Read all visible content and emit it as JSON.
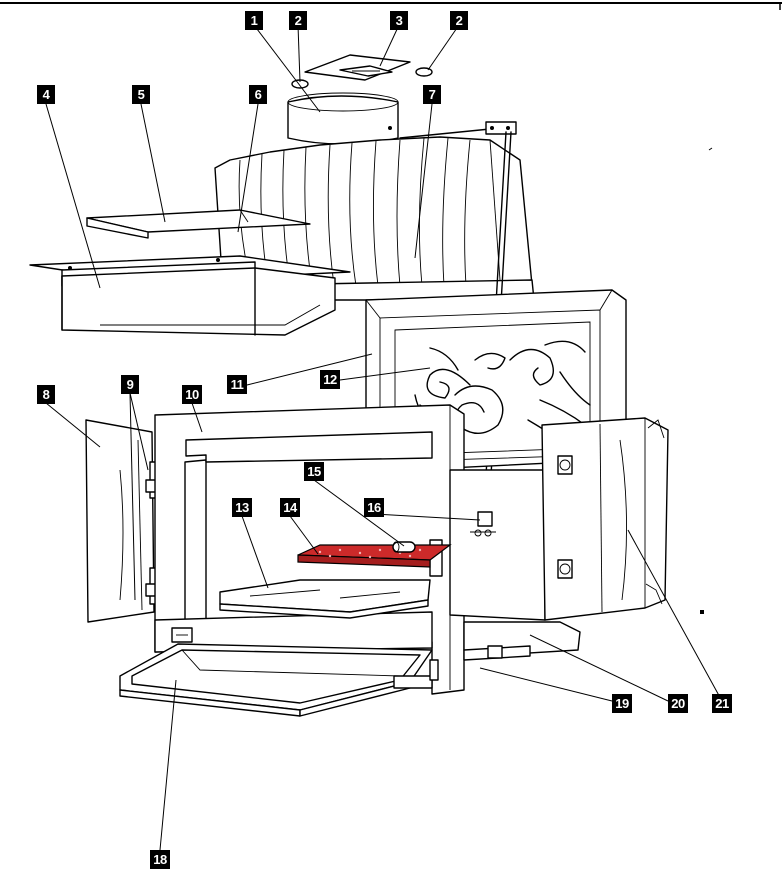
{
  "callouts": [
    "1",
    "2",
    "3",
    "4",
    "5",
    "6",
    "7",
    "8",
    "9",
    "10",
    "11",
    "12",
    "13",
    "14",
    "15",
    "16",
    "18",
    "19",
    "20",
    "21"
  ],
  "colors": {
    "line": "#000000",
    "brick": "#cc2a2a",
    "background": "#ffffff"
  }
}
